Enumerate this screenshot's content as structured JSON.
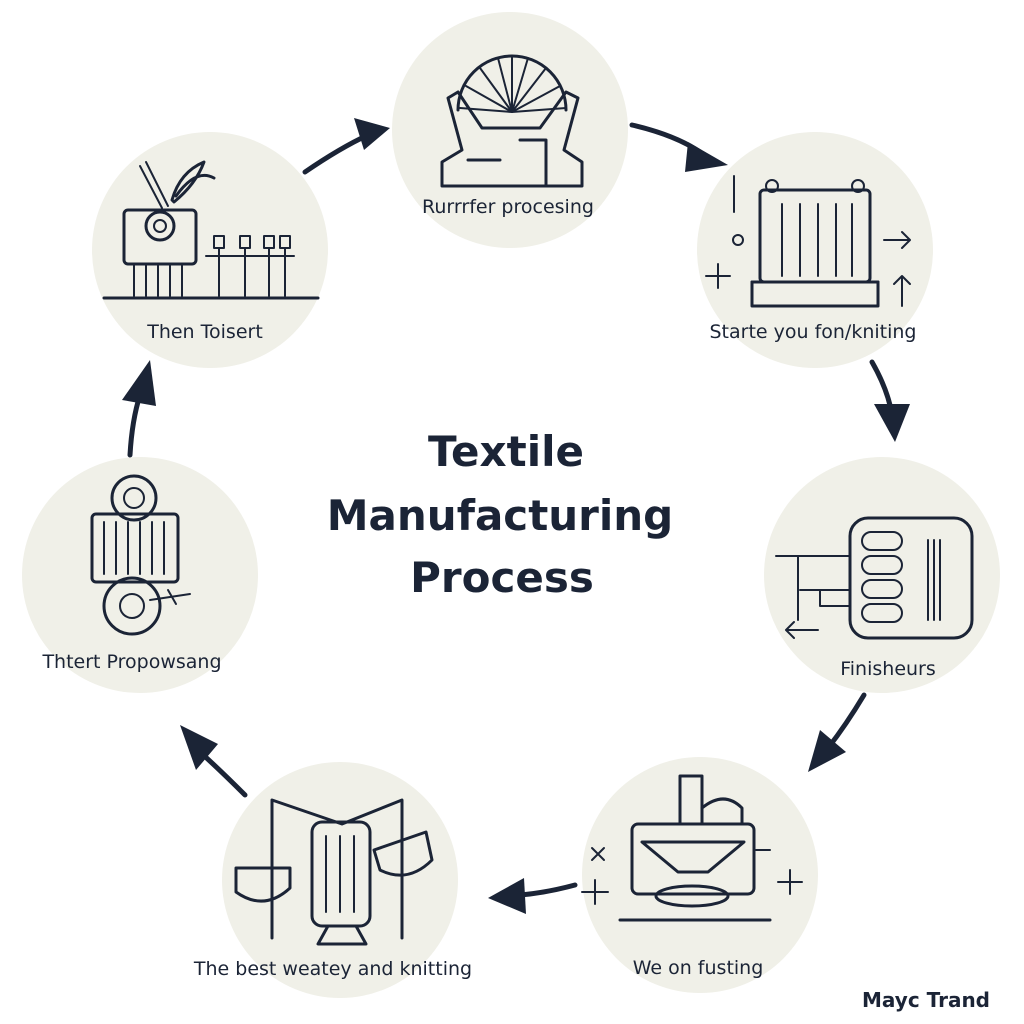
{
  "title": {
    "line1": "Textile",
    "line2": "Manufacturing",
    "line3": "Process"
  },
  "nodes": [
    {
      "label": "Rurrrfer procesing",
      "icon": "fiber-fan-icon"
    },
    {
      "label": "Starte you fon/kniting",
      "icon": "loom-frame-icon"
    },
    {
      "label": "Finisheurs",
      "icon": "finishing-machine-icon"
    },
    {
      "label": "We on fusting",
      "icon": "press-machine-icon"
    },
    {
      "label": "The best weatey and knitting",
      "icon": "spinning-frame-icon"
    },
    {
      "label": "Thtert Propowsang",
      "icon": "roller-machine-icon"
    },
    {
      "label": "Then Toisert",
      "icon": "spindle-machine-icon"
    }
  ],
  "brand": "Mayc Trand",
  "colors": {
    "ink": "#1b2436",
    "circle": "#f0f0e8",
    "background": "#ffffff"
  }
}
